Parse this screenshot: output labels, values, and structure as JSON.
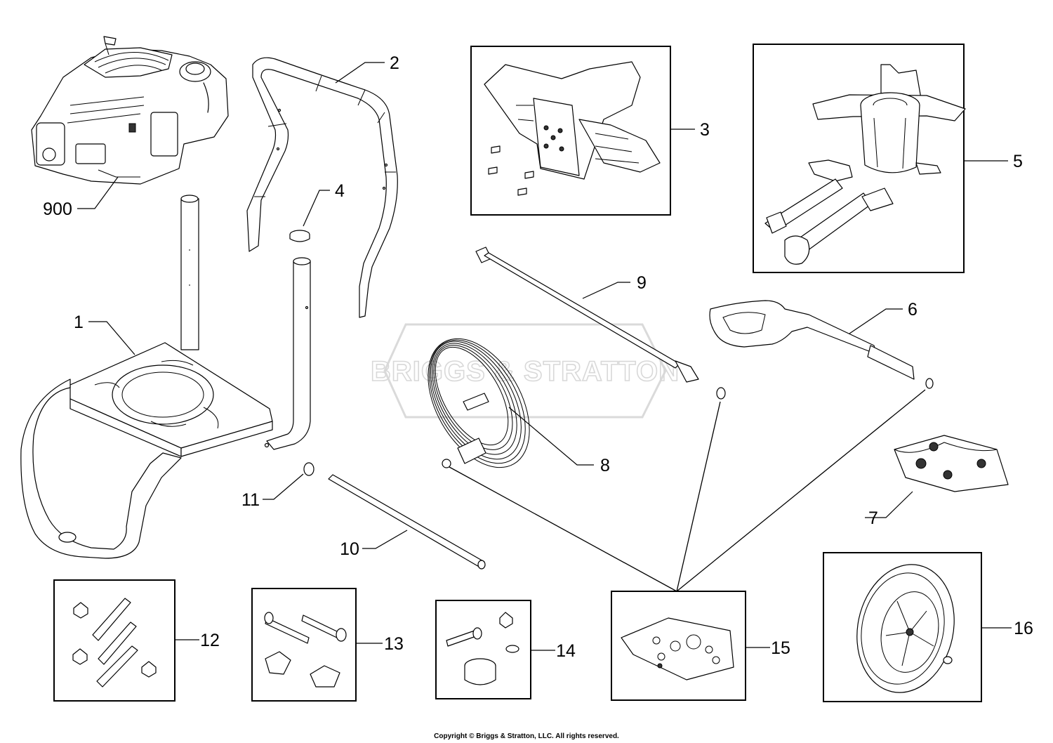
{
  "callouts": [
    "1",
    "2",
    "3",
    "4",
    "5",
    "6",
    "7",
    "8",
    "9",
    "10",
    "11",
    "12",
    "13",
    "14",
    "15",
    "16",
    "900"
  ],
  "watermark": "BRIGGS & STRATTON",
  "copyright": "Copyright © Briggs & Stratton, LLC. All rights reserved."
}
